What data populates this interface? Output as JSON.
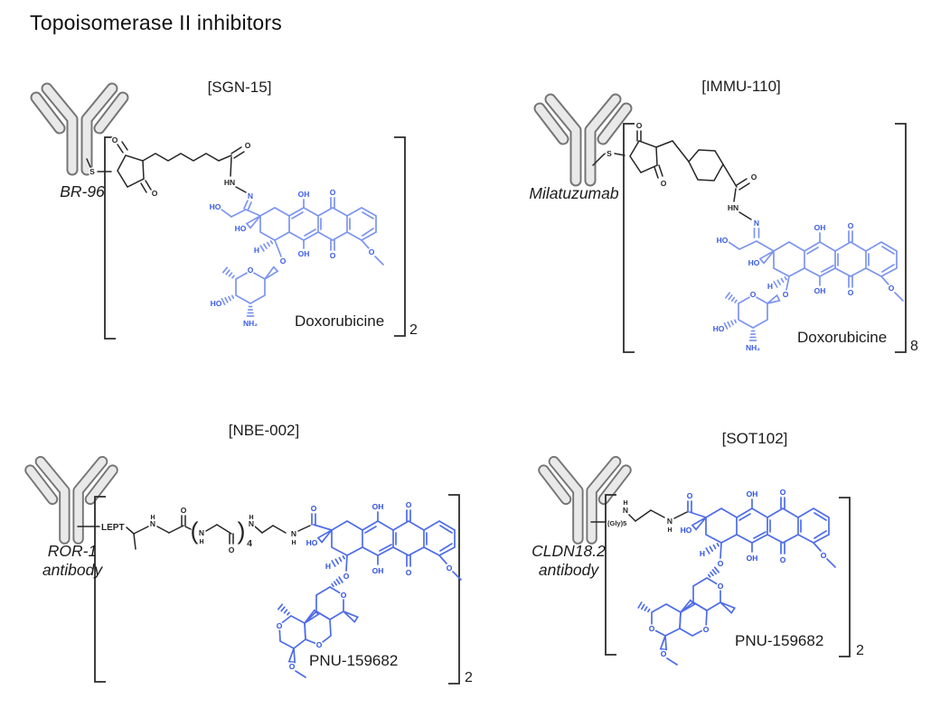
{
  "title": "Topoisomerase II inhibitors",
  "colors": {
    "linker_black": "#262626",
    "doxorubicine_bond": "#7d95ee",
    "doxorubicine_label": "#3a5ce4",
    "pnu_bond": "#4e6ce8",
    "antibody_fill": "#e9e9e9",
    "antibody_outline": "#757575"
  },
  "atoms": {
    "S": "S",
    "O": "O",
    "OH": "OH",
    "HO": "HO",
    "N": "N",
    "HN": "HN",
    "H": "H",
    "NH2": "NH₂"
  },
  "panels": [
    {
      "code": "[SGN-15]",
      "antibody": "BR-96",
      "antibody_line2": "",
      "drug": "Doxorubicine",
      "dar": "2"
    },
    {
      "code": "[IMMU-110]",
      "antibody": "Milatuzumab",
      "antibody_line2": "",
      "drug": "Doxorubicine",
      "dar": "8"
    },
    {
      "code": "[NBE-002]",
      "antibody": "ROR-1",
      "antibody_line2": "antibody",
      "drug": "PNU-159682",
      "dar": "2",
      "linker_label": "LEPT",
      "repeat_open": "(",
      "repeat_close": ")",
      "repeat_count": "4"
    },
    {
      "code": "[SOT102]",
      "antibody": "CLDN18.2",
      "antibody_line2": "antibody",
      "drug": "PNU-159682",
      "dar": "2",
      "linker_label": "(Gly)5"
    }
  ]
}
